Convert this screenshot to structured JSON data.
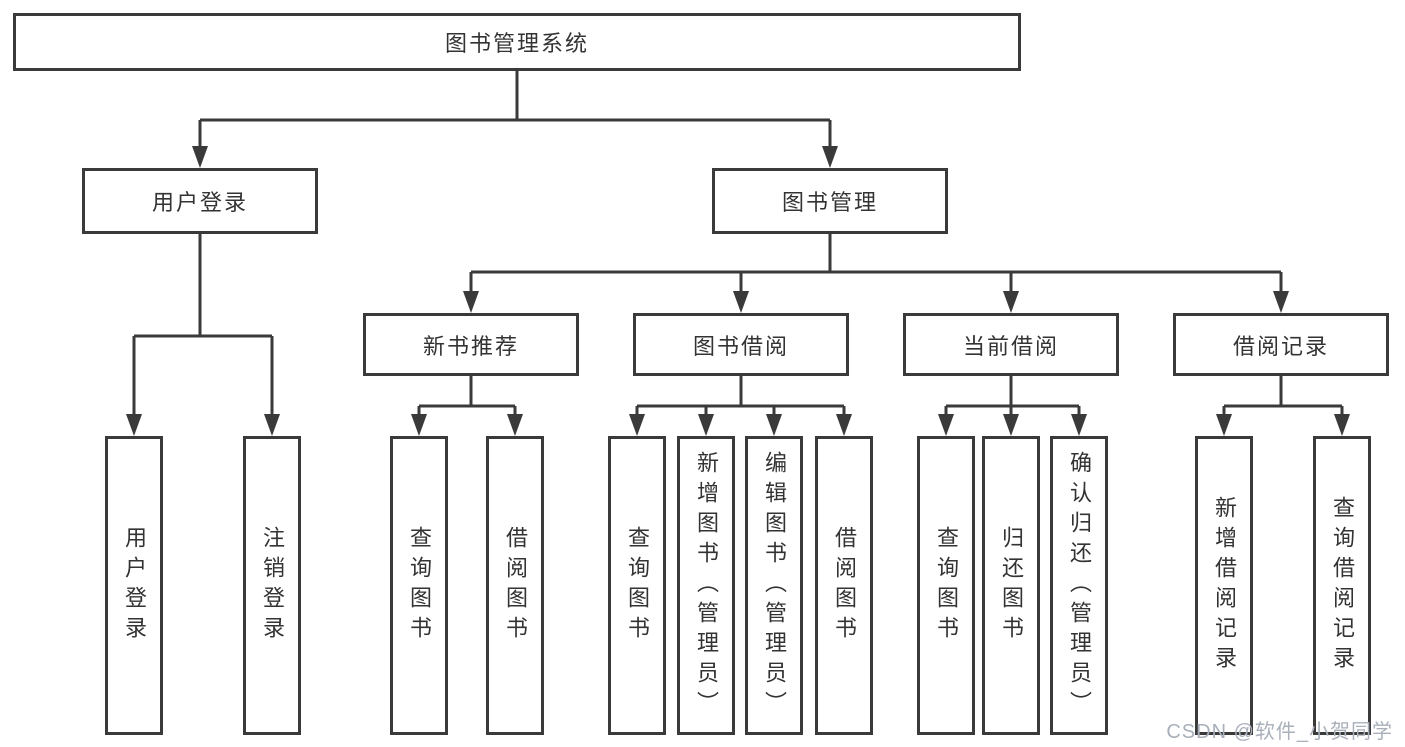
{
  "root": {
    "label": "图书管理系统"
  },
  "branches": [
    {
      "label": "用户登录",
      "children": [
        {
          "label": "用户登录"
        },
        {
          "label": "注销登录"
        }
      ]
    },
    {
      "label": "图书管理",
      "children": [
        {
          "label": "新书推荐",
          "children": [
            {
              "label": "查询图书"
            },
            {
              "label": "借阅图书"
            }
          ]
        },
        {
          "label": "图书借阅",
          "children": [
            {
              "label": "查询图书"
            },
            {
              "label": "新增图书（管理员）"
            },
            {
              "label": "编辑图书（管理员）"
            },
            {
              "label": "借阅图书"
            }
          ]
        },
        {
          "label": "当前借阅",
          "children": [
            {
              "label": "查询图书"
            },
            {
              "label": "归还图书"
            },
            {
              "label": "确认归还（管理员）"
            }
          ]
        },
        {
          "label": "借阅记录",
          "children": [
            {
              "label": "新增借阅记录"
            },
            {
              "label": "查询借阅记录"
            }
          ]
        }
      ]
    }
  ],
  "watermark": "CSDN @软件_小贺同学",
  "colors": {
    "line": "#3a3a3a",
    "text": "#333333",
    "background": "#ffffff",
    "watermark": "#a9b0ba"
  }
}
